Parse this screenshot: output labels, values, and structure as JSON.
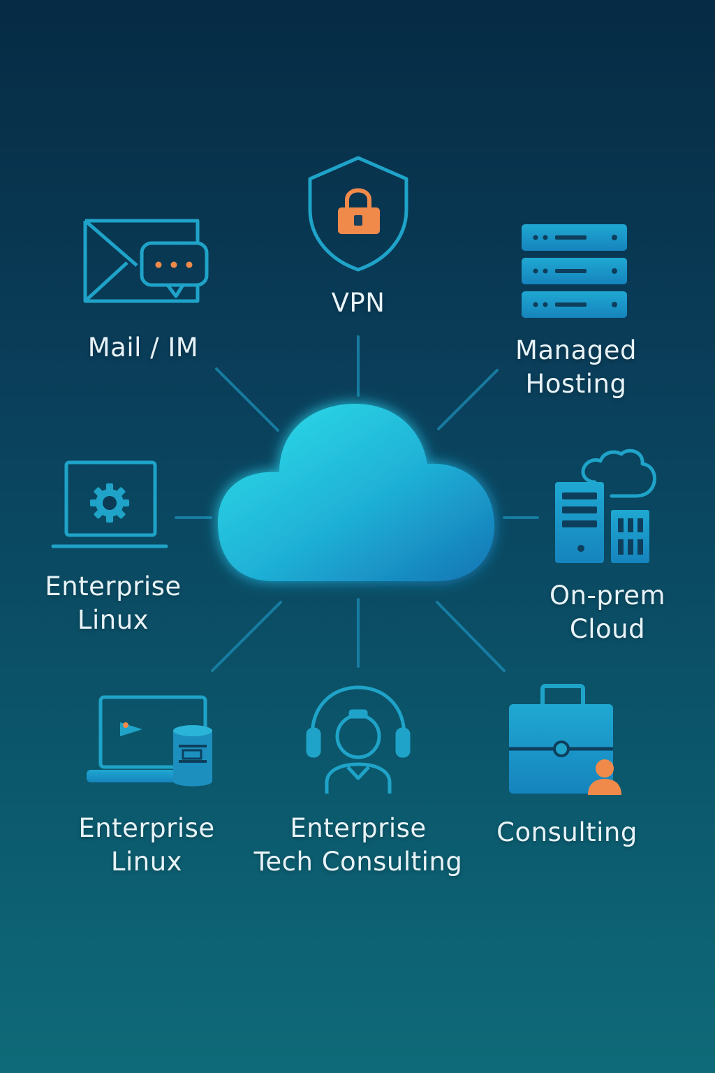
{
  "colors": {
    "icon_stroke": "#1fa3c8",
    "icon_fill": "#1c8fbf",
    "accent_orange": "#f08a4b",
    "cloud_top": "#28d3e6",
    "cloud_bottom": "#1479b7",
    "text": "#e8f3f7"
  },
  "center": {
    "icon": "cloud-icon"
  },
  "nodes": {
    "vpn": {
      "icon": "shield-lock-icon",
      "lines": [
        "VPN"
      ]
    },
    "mail_im": {
      "icon": "mail-chat-icon",
      "lines": [
        "Mail / IM"
      ]
    },
    "managed_hosting": {
      "icon": "server-rack-icon",
      "lines": [
        "Managed",
        "Hosting"
      ]
    },
    "enterprise_linux_1": {
      "icon": "laptop-gear-icon",
      "lines": [
        "Enterprise",
        "Linux"
      ]
    },
    "on_prem_cloud": {
      "icon": "building-cloud-icon",
      "lines": [
        "On-prem",
        "Cloud"
      ]
    },
    "enterprise_linux_2": {
      "icon": "laptop-database-icon",
      "lines": [
        "Enterprise",
        "Linux"
      ]
    },
    "tech_consulting": {
      "icon": "headset-user-icon",
      "lines": [
        "Enterprise",
        "Tech Consulting"
      ]
    },
    "consulting": {
      "icon": "briefcase-user-icon",
      "lines": [
        "Consulting"
      ]
    }
  }
}
